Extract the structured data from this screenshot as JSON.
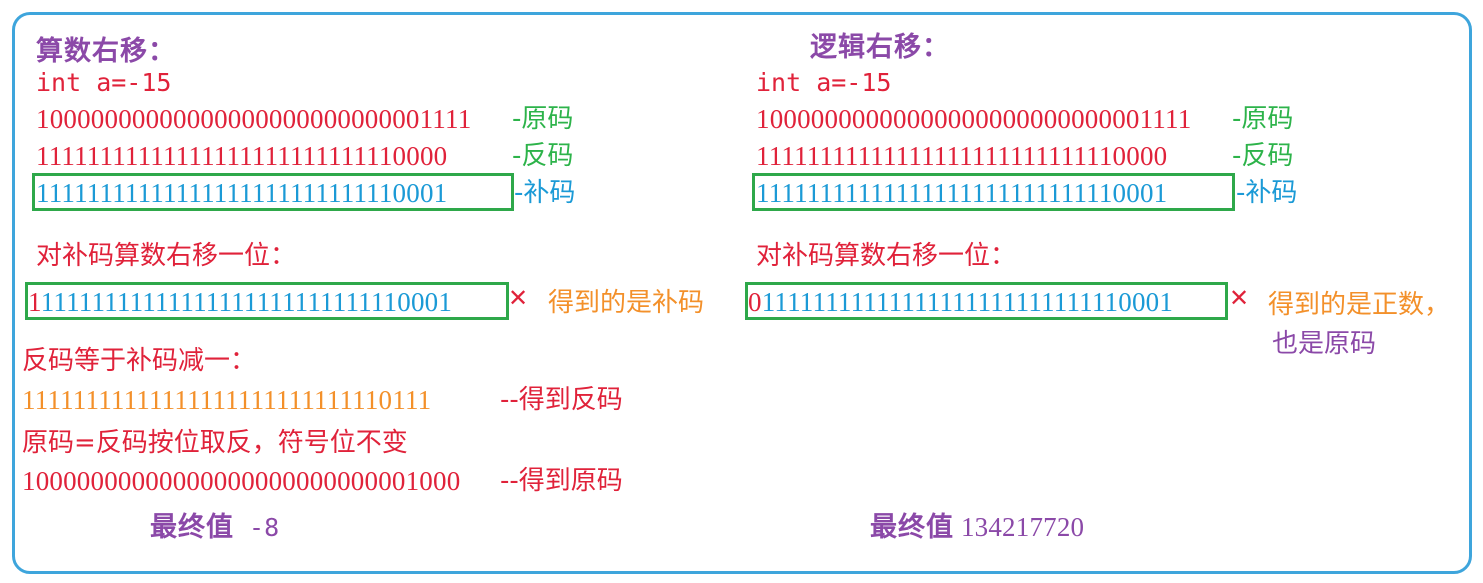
{
  "left": {
    "title": "算数右移：",
    "decl": "int a=-15",
    "orig_bits": "10000000000000000000000000001111",
    "orig_label": " -原码",
    "inv_bits": "11111111111111111111111111110000",
    "inv_label": " -反码",
    "comp_bits": "11111111111111111111111111110001",
    "comp_label": " -补码",
    "shift_title": "对补码算数右移一位：",
    "shift_prefix": "1",
    "shift_bits": "1111111111111111111111111111000",
    "shift_drop": "1",
    "shift_note": "得到的是补码",
    "minus_title": "反码等于补码减一：",
    "minus_bits": "11111111111111111111111111110111",
    "minus_label": "  --得到反码",
    "orig_rule": "原码=反码按位取反，符号位不变",
    "result_bits": "10000000000000000000000000001000",
    "result_label": " --得到原码",
    "final_label": "最终值",
    "final_value": " -8"
  },
  "right": {
    "title": "逻辑右移：",
    "decl": "int a=-15",
    "orig_bits": "10000000000000000000000000001111",
    "orig_label": " -原码",
    "inv_bits": "11111111111111111111111111110000",
    "inv_label": " -反码",
    "comp_bits": "11111111111111111111111111110001",
    "comp_label": " -补码",
    "shift_title": "对补码算数右移一位：",
    "shift_prefix": "0",
    "shift_bits": "1111111111111111111111111111000",
    "shift_drop": "1",
    "shift_note_1": "得到的是正数，",
    "shift_note_2": "也是原码",
    "final_label": "最终值",
    "final_value": " 134217720"
  },
  "icons": {
    "discard": "cross-mark-icon"
  },
  "colors": {
    "border": "#3ea5dc",
    "box": "#2ea84a",
    "red": "#e0223a",
    "green": "#2db34a",
    "blue": "#1b9ad6",
    "orange": "#f3902a",
    "purple": "#8b49a8"
  }
}
